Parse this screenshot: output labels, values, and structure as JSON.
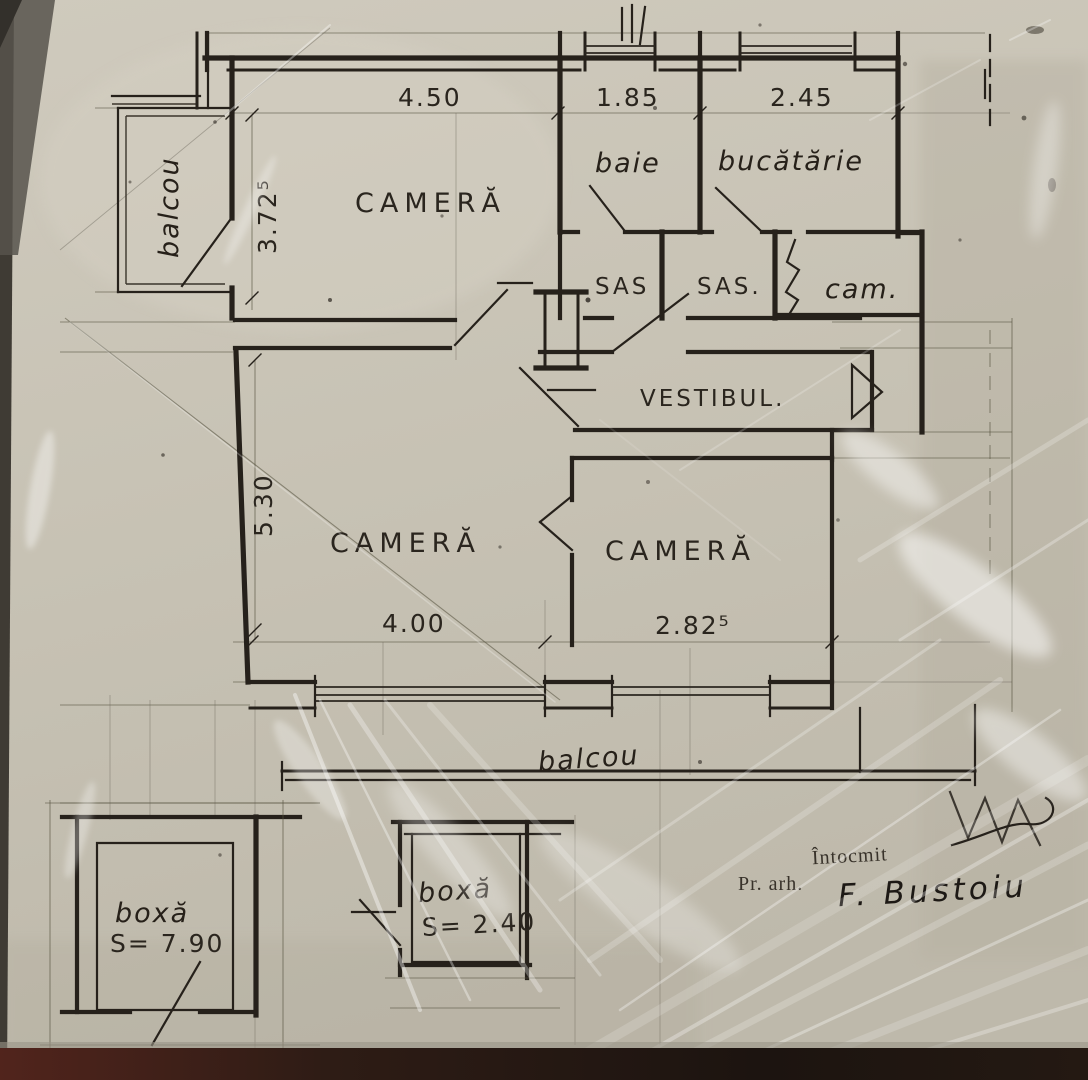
{
  "colors": {
    "paper": "#c8c3b5",
    "ink": "#26211b",
    "pencil": "#57523f",
    "table_edge_dark": "#231711",
    "table_edge_red": "#51241c",
    "plastic_glare": "#ffffff"
  },
  "plan": {
    "rooms": {
      "camera_top": "CAMERĂ",
      "camera_middle": "CAMERĂ",
      "camera_right": "CAMERĂ",
      "baie": "baie",
      "bucatarie": "bucătărie",
      "sas_left": "SAS",
      "sas_right": "SAS.",
      "camara": "cam.",
      "vestibul": "VESTIBUL.",
      "balcon_left": "balcou",
      "balcon_bottom": "balcou",
      "boxa_left_label": "boxă",
      "boxa_left_area": "S= 7.90",
      "boxa_middle_label": "boxă",
      "boxa_middle_area": "S= 2.40"
    },
    "dimensions": {
      "top_width_camera": "4.50",
      "top_width_baie": "1.85",
      "top_width_bucatarie": "2.45",
      "left_height_camera_top": "3.72⁵",
      "left_height_camera_middle": "5.30",
      "bottom_width_camera_middle": "4.00",
      "bottom_width_camera_right": "2.82⁵"
    },
    "title_block": {
      "prepared_label": "Întocmit",
      "role_label": "Pr. arh.",
      "signature": "F. Bustoiu"
    }
  }
}
